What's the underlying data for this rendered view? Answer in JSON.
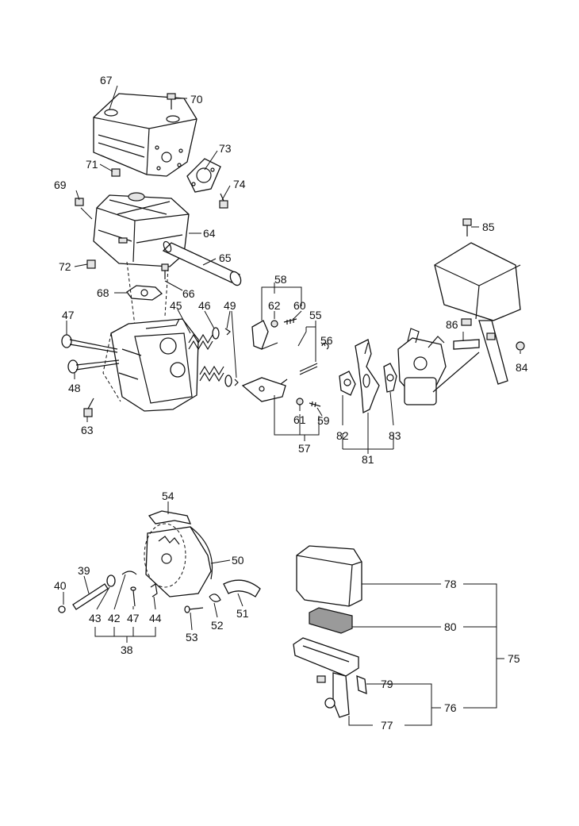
{
  "callouts": {
    "c67": "67",
    "c70": "70",
    "c71": "71",
    "c73": "73",
    "c74": "74",
    "c69": "69",
    "c64": "64",
    "c65": "65",
    "c72": "72",
    "c66": "66",
    "c68": "68",
    "c58": "58",
    "c62": "62",
    "c60": "60",
    "c45": "45",
    "c46": "46",
    "c49": "49",
    "c55": "55",
    "c56": "56",
    "c47a": "47",
    "c48": "48",
    "c63": "63",
    "c61": "61",
    "c59": "59",
    "c57": "57",
    "c85": "85",
    "c86": "86",
    "c84": "84",
    "c82": "82",
    "c83": "83",
    "c81": "81",
    "c54": "54",
    "c50": "50",
    "c39": "39",
    "c40": "40",
    "c43": "43",
    "c42": "42",
    "c47b": "47",
    "c44": "44",
    "c38": "38",
    "c53": "53",
    "c52": "52",
    "c51": "51",
    "c78": "78",
    "c80": "80",
    "c75": "75",
    "c79": "79",
    "c76": "76",
    "c77": "77"
  }
}
